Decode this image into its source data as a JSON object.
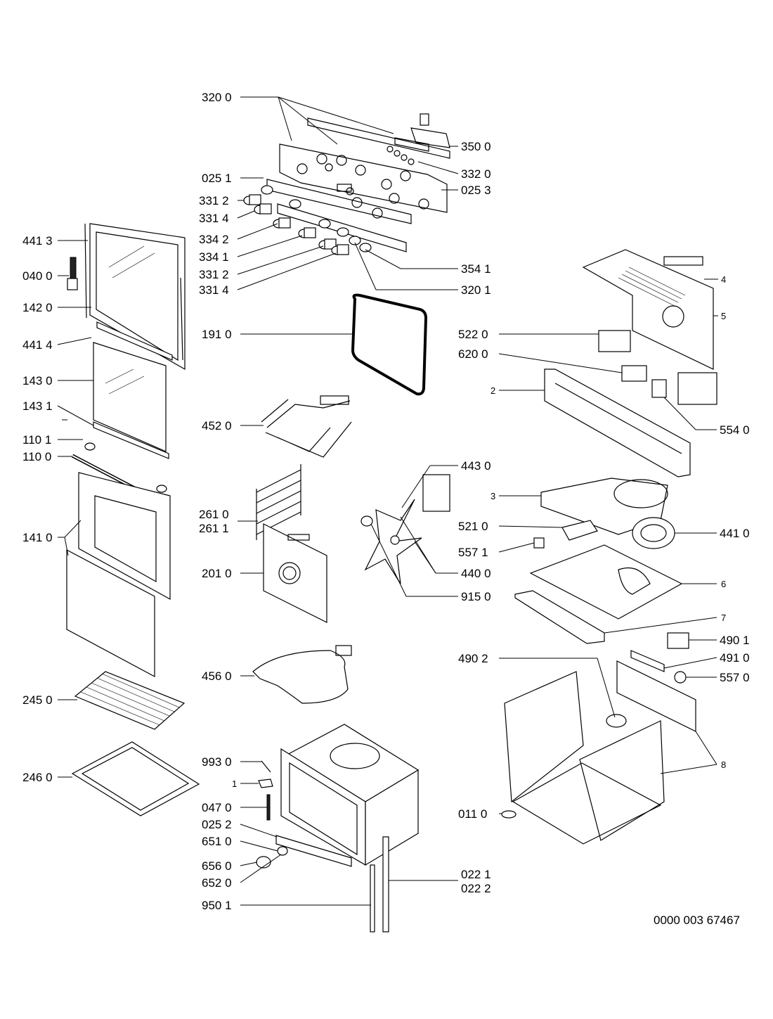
{
  "labels": {
    "l3200": "320 0",
    "l3500": "350 0",
    "l3320": "332 0",
    "l0251": "025 1",
    "l0253": "025 3",
    "l3312a": "331 2",
    "l3314a": "331 4",
    "l3342": "334 2",
    "l3341": "334 1",
    "l3312b": "331 2",
    "l3314b": "331 4",
    "l3541": "354 1",
    "l3201": "320 1",
    "l4413": "441 3",
    "l0400": "040 0",
    "l1420": "142 0",
    "l4414": "441 4",
    "l1430": "143 0",
    "l1431": "143 1",
    "l1101": "110 1",
    "l1100": "110 0",
    "l1410": "141 0",
    "l2450": "245 0",
    "l2460": "246 0",
    "l1910": "191 0",
    "l4520": "452 0",
    "l2610": "261 0",
    "l2611": "261 1",
    "l2010": "201 0",
    "l4560": "456 0",
    "l9930": "993 0",
    "l1": "1",
    "l0470": "047 0",
    "l0252": "025 2",
    "l6510": "651 0",
    "l6560": "656 0",
    "l6520": "652 0",
    "l9501": "950 1",
    "l0221": "022 1",
    "l0222": "022 2",
    "l4": "4",
    "l5": "5",
    "l5220": "522 0",
    "l6200": "620 0",
    "l2": "2",
    "l5540": "554 0",
    "l4430": "443 0",
    "l3": "3",
    "l5210": "521 0",
    "l4410": "441 0",
    "l5571": "557 1",
    "l4400": "440 0",
    "l6": "6",
    "l9150": "915 0",
    "l7": "7",
    "l4901": "490 1",
    "l4902": "490 2",
    "l4910": "491 0",
    "l5570": "557 0",
    "l8": "8",
    "l0110": "011 0",
    "doc_number": "0000 003 67467"
  }
}
